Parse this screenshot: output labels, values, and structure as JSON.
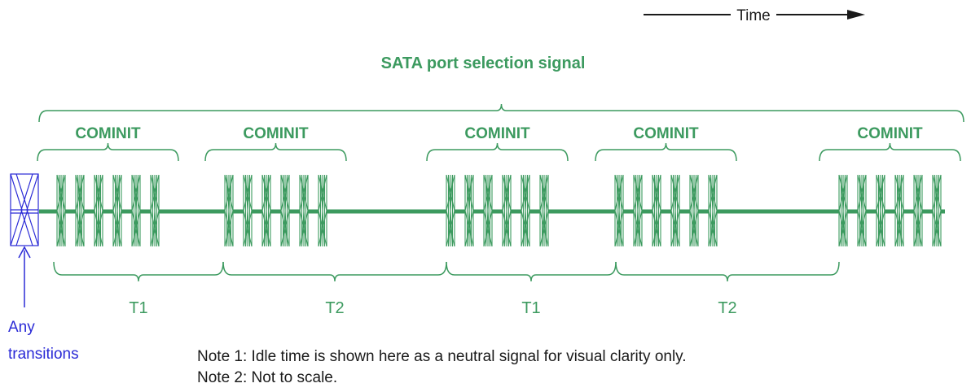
{
  "time_label": "Time",
  "title": "SATA port selection signal",
  "cominit_label": "COMINIT",
  "cominit_count": 5,
  "bursts_per_cominit": 6,
  "interval_labels": [
    "T1",
    "T2",
    "T1",
    "T2"
  ],
  "any_transitions": [
    "Any",
    "transitions"
  ],
  "notes": [
    "Note 1: Idle time is shown here as a neutral signal for visual clarity only.",
    "Note 2: Not to scale."
  ],
  "colors": {
    "signal": "#3c9a5f",
    "label_green": "#3c9a5f",
    "transitions": "#2a2ad6",
    "text": "#1a1a1a"
  }
}
